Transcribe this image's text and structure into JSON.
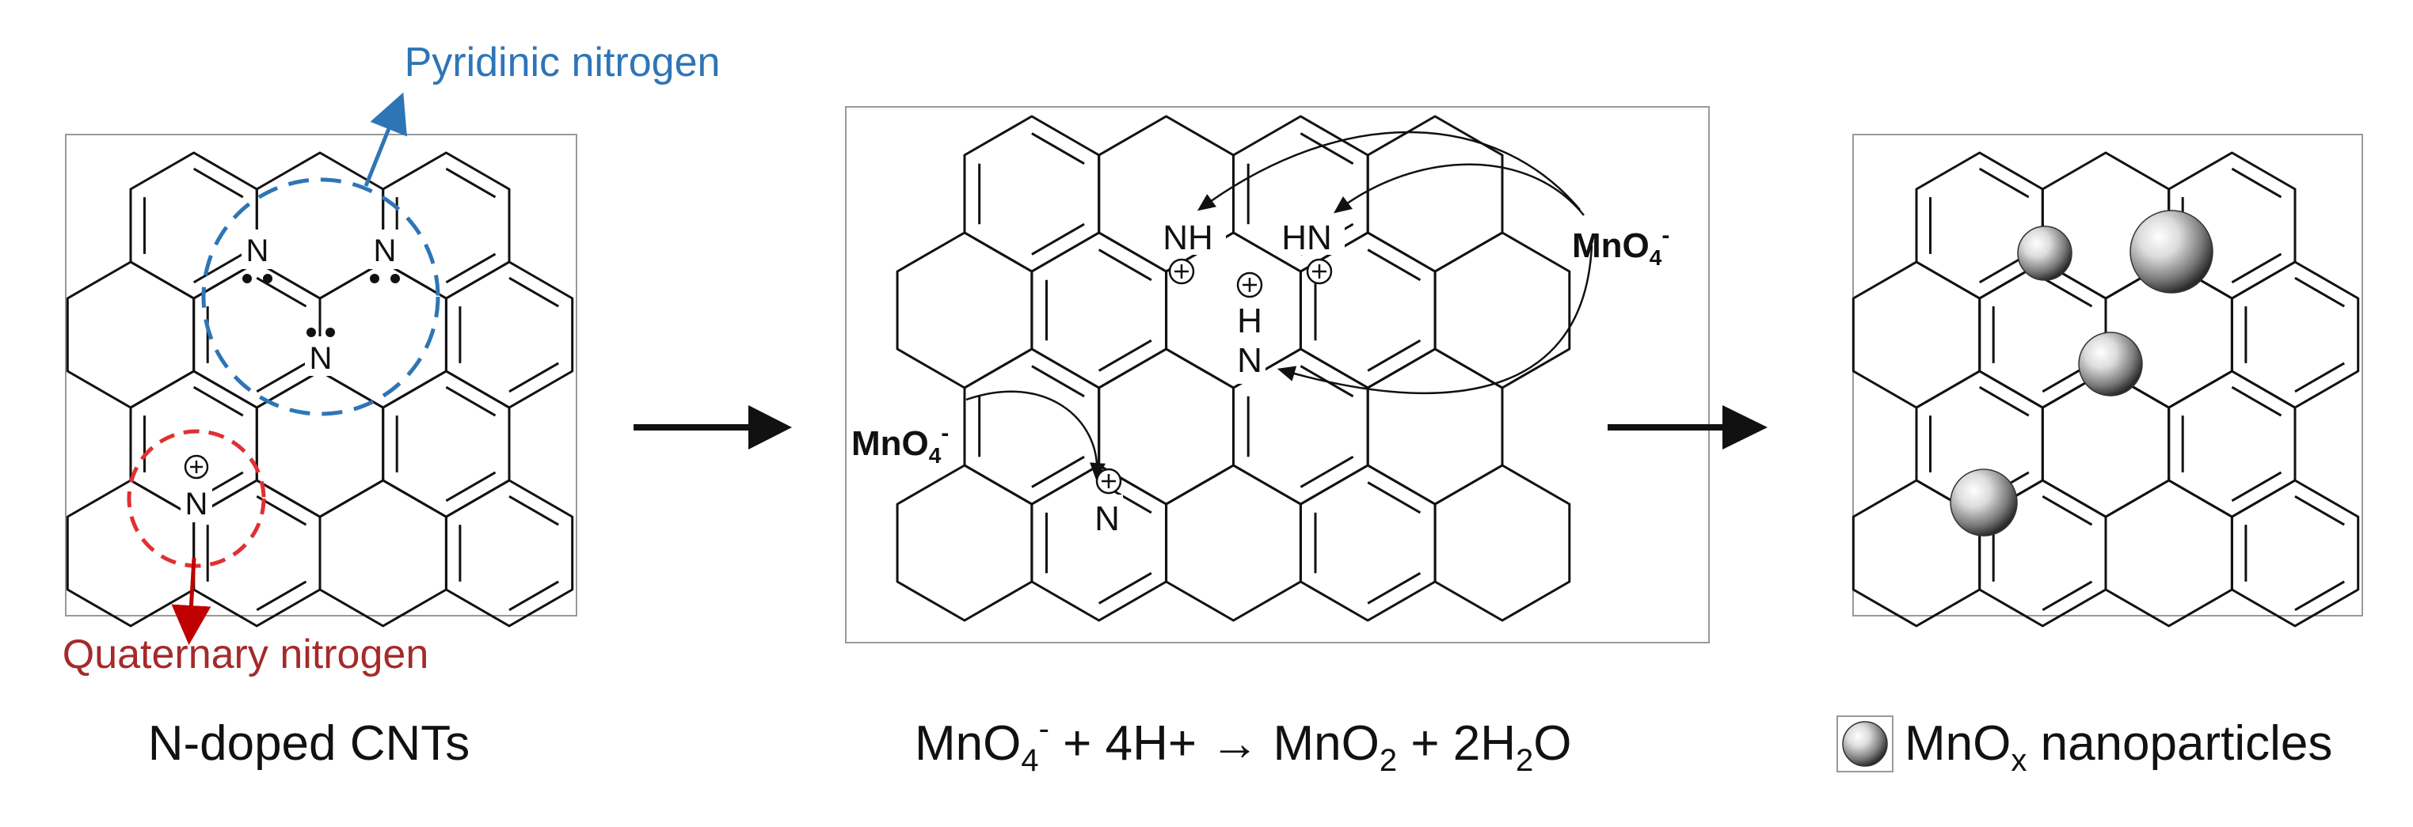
{
  "panel1": {
    "pyridinic_label": "Pyridinic nitrogen",
    "quaternary_label": "Quaternary nitrogen",
    "caption": "N-doped CNTs",
    "n_symbol": "N",
    "plus": "+"
  },
  "panel2": {
    "reagent_top": {
      "main": "MnO",
      "sub": "4",
      "sup": "-"
    },
    "reagent_left": {
      "main": "MnO",
      "sub": "4",
      "sup": "-"
    },
    "nh_left": "NH",
    "hn_right": "HN",
    "h_center": "H",
    "n_center": "N",
    "n_bottom": "N",
    "plus": "+"
  },
  "equation": {
    "p1": "MnO",
    "s1": "4",
    "u1": "-",
    "p2": " + 4H+ → MnO",
    "s2": "2",
    "p3": "  + 2H",
    "s3": "2",
    "p4": "O"
  },
  "legend": {
    "main": "MnO",
    "sub": "x",
    "rest": " nanoparticles"
  },
  "colors": {
    "pyridinic": "#2e75b6",
    "quaternary": "#c00000",
    "quaternary_text": "#a52a2a",
    "bond": "#111111"
  }
}
